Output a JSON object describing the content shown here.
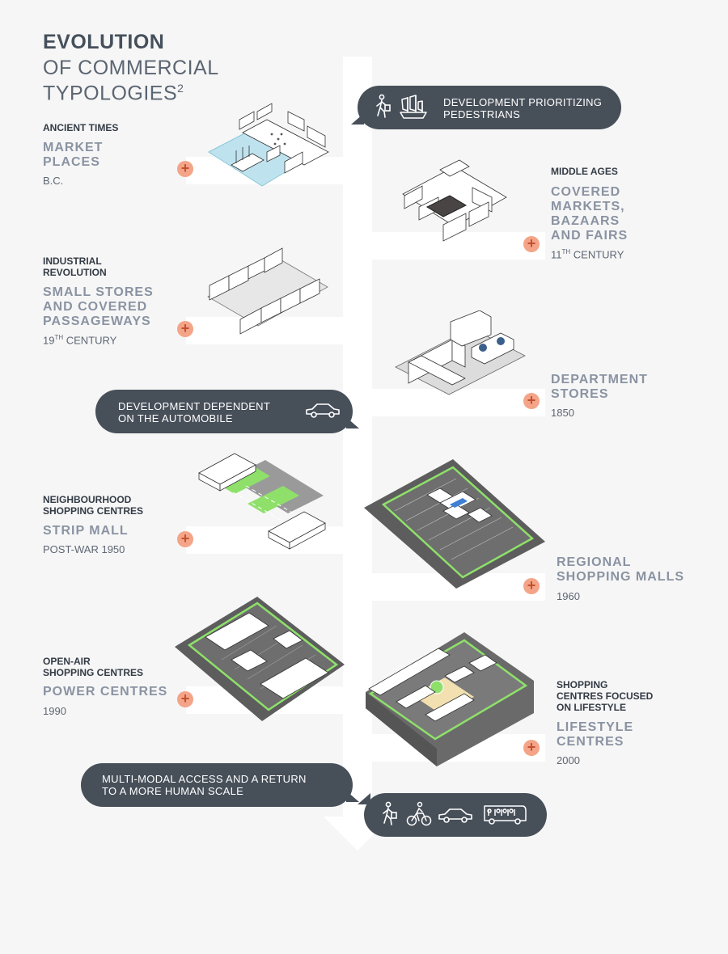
{
  "title": {
    "line1": "EVOLUTION",
    "line2": "OF COMMERCIAL",
    "line3": "TYPOLOGIES",
    "superscript": "2"
  },
  "bubbles": {
    "pedestrians": "DEVELOPMENT PRIORITIZING PEDESTRIANS",
    "pedestrians_l1": "DEVELOPMENT PRIORITIZING",
    "pedestrians_l2": "PEDESTRIANS",
    "automobile_l1": "DEVELOPMENT DEPENDENT",
    "automobile_l2": "ON THE AUTOMOBILE",
    "multimodal_l1": "MULTI-MODAL ACCESS AND A RETURN",
    "multimodal_l2": "TO A MORE HUMAN SCALE"
  },
  "entries": {
    "market": {
      "era": "ANCIENT TIMES",
      "name_l1": "MARKET",
      "name_l2": "PLACES",
      "date": "B.C."
    },
    "covered": {
      "era": "MIDDLE AGES",
      "name_l1": "COVERED",
      "name_l2": "MARKETS,",
      "name_l3": "BAZAARS",
      "name_l4": "AND FAIRS",
      "date_num": "11",
      "date_sup": "TH",
      "date_rest": " CENTURY"
    },
    "small": {
      "era_l1": "INDUSTRIAL",
      "era_l2": "REVOLUTION",
      "name_l1": "SMALL STORES",
      "name_l2": "AND COVERED",
      "name_l3": "PASSAGEWAYS",
      "date_num": "19",
      "date_sup": "TH",
      "date_rest": " CENTURY"
    },
    "department": {
      "name_l1": "DEPARTMENT",
      "name_l2": "STORES",
      "date": "1850"
    },
    "strip": {
      "era_l1": "NEIGHBOURHOOD",
      "era_l2": "SHOPPING CENTRES",
      "name_l1": "STRIP MALL",
      "date": "POST-WAR 1950"
    },
    "regional": {
      "name_l1": "REGIONAL",
      "name_l2": "SHOPPING MALLS",
      "date": "1960"
    },
    "power": {
      "era_l1": "OPEN-AIR",
      "era_l2": "SHOPPING CENTRES",
      "name_l1": "POWER CENTRES",
      "date": "1990"
    },
    "lifestyle": {
      "era_l1": "SHOPPING",
      "era_l2": "CENTRES FOCUSED",
      "era_l3": "ON LIFESTYLE",
      "name_l1": "LIFESTYLE",
      "name_l2": "CENTRES",
      "date": "2000"
    }
  },
  "plus_symbol": "+",
  "icons": [
    "pedestrian-icon",
    "ship-icon",
    "car-icon",
    "cyclist-icon",
    "bus-icon"
  ],
  "colors": {
    "bubble": "#474f59",
    "plus": "#f4a488",
    "green": "#8ee06a",
    "water": "#bfe3ee",
    "title": "#45505c",
    "name": "#8a93a2"
  }
}
